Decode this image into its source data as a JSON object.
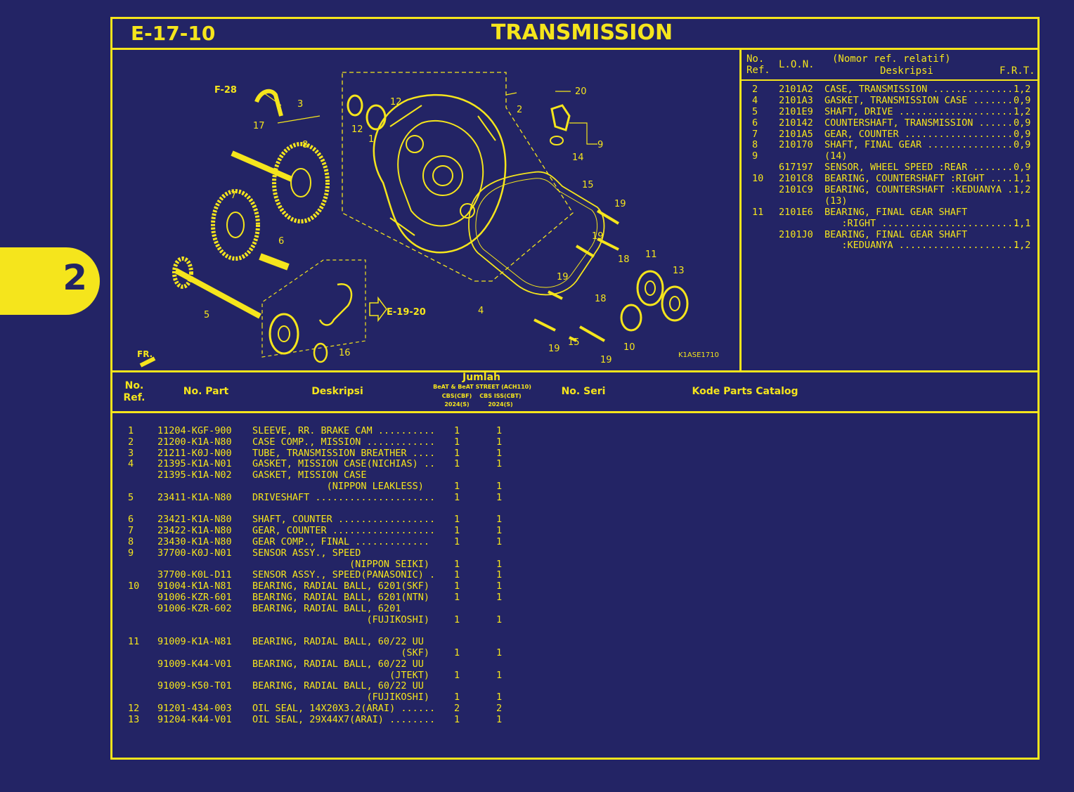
{
  "side_tab": "2",
  "header": {
    "code": "E-17-10",
    "title": "TRANSMISSION"
  },
  "diagram": {
    "ref_code": "K1ASE1710",
    "callouts": [
      "F-28",
      "3",
      "17",
      "8",
      "7",
      "6",
      "5",
      "12",
      "12",
      "1",
      "2",
      "20",
      "9",
      "14",
      "15",
      "19",
      "19",
      "18",
      "11",
      "13",
      "19",
      "18",
      "4",
      "E-19-20",
      "16",
      "19",
      "15",
      "19",
      "10",
      "FR."
    ]
  },
  "ref_table": {
    "headers": {
      "no_ref": "No.\nRef.",
      "lon": "L.O.N.",
      "desc_top": "(Nomor ref. relatif)",
      "desc": "Deskripsi",
      "frt": "F.R.T."
    },
    "rows": [
      {
        "ref": "2",
        "lon": "2101A2",
        "desc": "CASE, TRANSMISSION ..............",
        "frt": "1,2"
      },
      {
        "ref": "4",
        "lon": "2101A3",
        "desc": "GASKET, TRANSMISSION CASE .......",
        "frt": "0,9"
      },
      {
        "ref": "5",
        "lon": "2101E9",
        "desc": "SHAFT, DRIVE ....................",
        "frt": "1,2"
      },
      {
        "ref": "6",
        "lon": "210142",
        "desc": "COUNTERSHAFT, TRANSMISSION ......",
        "frt": "0,9"
      },
      {
        "ref": "7",
        "lon": "2101A5",
        "desc": "GEAR, COUNTER ...................",
        "frt": "0,9"
      },
      {
        "ref": "8",
        "lon": "210170",
        "desc": "SHAFT, FINAL GEAR ...............",
        "frt": "0,9"
      },
      {
        "ref": "9",
        "lon": "",
        "desc": "(14)",
        "frt": ""
      },
      {
        "ref": "",
        "lon": "617197",
        "desc": "SENSOR, WHEEL SPEED :REAR .......",
        "frt": "0,9"
      },
      {
        "ref": "10",
        "lon": "2101C8",
        "desc": "BEARING, COUNTERSHAFT :RIGHT ....",
        "frt": "1,1"
      },
      {
        "ref": "",
        "lon": "2101C9",
        "desc": "BEARING, COUNTERSHAFT :KEDUANYA .",
        "frt": "1,2"
      },
      {
        "ref": "",
        "lon": "",
        "desc": "(13)",
        "frt": ""
      },
      {
        "ref": "11",
        "lon": "2101E6",
        "desc": "BEARING, FINAL GEAR SHAFT",
        "frt": ""
      },
      {
        "ref": "",
        "lon": "",
        "desc": "   :RIGHT ........................",
        "frt": "1,1"
      },
      {
        "ref": "",
        "lon": "2101J0",
        "desc": "BEARING, FINAL GEAR SHAFT",
        "frt": ""
      },
      {
        "ref": "",
        "lon": "",
        "desc": "   :KEDUANYA .....................",
        "frt": "1,2"
      }
    ]
  },
  "parts_table": {
    "headers": {
      "no_ref": "No.\nRef.",
      "no_part": "No. Part",
      "deskripsi": "Deskripsi",
      "jumlah": "Jumlah",
      "model": "BeAT & BeAT STREET (ACH110)",
      "col1": "CBS(CBF)\n2024(S)",
      "col2": "CBS ISS(CBT)\n2024(S)",
      "no_seri": "No. Seri",
      "kode": "Kode Parts Catalog"
    },
    "rows": [
      {
        "ref": "1",
        "part": "11204-KGF-900",
        "desc": "SLEEVE, RR. BRAKE CAM ..........",
        "q1": "1",
        "q2": "1"
      },
      {
        "ref": "2",
        "part": "21200-K1A-N80",
        "desc": "CASE COMP., MISSION ............",
        "q1": "1",
        "q2": "1"
      },
      {
        "ref": "3",
        "part": "21211-K0J-N00",
        "desc": "TUBE, TRANSMISSION BREATHER ....",
        "q1": "1",
        "q2": "1"
      },
      {
        "ref": "4",
        "part": "21395-K1A-N01",
        "desc": "GASKET, MISSION CASE(NICHIAS) ..",
        "q1": "1",
        "q2": "1"
      },
      {
        "ref": "",
        "part": "21395-K1A-N02",
        "desc": "GASKET, MISSION CASE",
        "q1": "",
        "q2": ""
      },
      {
        "ref": "",
        "part": "",
        "desc": "             (NIPPON LEAKLESS)",
        "q1": "1",
        "q2": "1"
      },
      {
        "ref": "5",
        "part": "23411-K1A-N80",
        "desc": "DRIVESHAFT .....................",
        "q1": "1",
        "q2": "1"
      },
      {
        "ref": "",
        "part": "",
        "desc": "",
        "q1": "",
        "q2": ""
      },
      {
        "ref": "6",
        "part": "23421-K1A-N80",
        "desc": "SHAFT, COUNTER .................",
        "q1": "1",
        "q2": "1"
      },
      {
        "ref": "7",
        "part": "23422-K1A-N80",
        "desc": "GEAR, COUNTER ..................",
        "q1": "1",
        "q2": "1"
      },
      {
        "ref": "8",
        "part": "23430-K1A-N80",
        "desc": "GEAR COMP., FINAL .............",
        "q1": "1",
        "q2": "1"
      },
      {
        "ref": "9",
        "part": "37700-K0J-N01",
        "desc": "SENSOR ASSY., SPEED",
        "q1": "",
        "q2": ""
      },
      {
        "ref": "",
        "part": "",
        "desc": "                 (NIPPON SEIKI)",
        "q1": "1",
        "q2": "1"
      },
      {
        "ref": "",
        "part": "37700-K0L-D11",
        "desc": "SENSOR ASSY., SPEED(PANASONIC) .",
        "q1": "1",
        "q2": "1"
      },
      {
        "ref": "10",
        "part": "91004-K1A-N81",
        "desc": "BEARING, RADIAL BALL, 6201(SKF)",
        "q1": "1",
        "q2": "1"
      },
      {
        "ref": "",
        "part": "91006-KZR-601",
        "desc": "BEARING, RADIAL BALL, 6201(NTN)",
        "q1": "1",
        "q2": "1"
      },
      {
        "ref": "",
        "part": "91006-KZR-602",
        "desc": "BEARING, RADIAL BALL, 6201",
        "q1": "",
        "q2": ""
      },
      {
        "ref": "",
        "part": "",
        "desc": "                    (FUJIKOSHI)",
        "q1": "1",
        "q2": "1"
      },
      {
        "ref": "",
        "part": "",
        "desc": "",
        "q1": "",
        "q2": ""
      },
      {
        "ref": "11",
        "part": "91009-K1A-N81",
        "desc": "BEARING, RADIAL BALL, 60/22 UU",
        "q1": "",
        "q2": ""
      },
      {
        "ref": "",
        "part": "",
        "desc": "                          (SKF)",
        "q1": "1",
        "q2": "1"
      },
      {
        "ref": "",
        "part": "91009-K44-V01",
        "desc": "BEARING, RADIAL BALL, 60/22 UU",
        "q1": "",
        "q2": ""
      },
      {
        "ref": "",
        "part": "",
        "desc": "                        (JTEKT)",
        "q1": "1",
        "q2": "1"
      },
      {
        "ref": "",
        "part": "91009-K50-T01",
        "desc": "BEARING, RADIAL BALL, 60/22 UU",
        "q1": "",
        "q2": ""
      },
      {
        "ref": "",
        "part": "",
        "desc": "                    (FUJIKOSHI)",
        "q1": "1",
        "q2": "1"
      },
      {
        "ref": "12",
        "part": "91201-434-003",
        "desc": "OIL SEAL, 14X20X3.2(ARAI) ......",
        "q1": "2",
        "q2": "2"
      },
      {
        "ref": "13",
        "part": "91204-K44-V01",
        "desc": "OIL SEAL, 29X44X7(ARAI) ........",
        "q1": "1",
        "q2": "1"
      }
    ]
  },
  "colors": {
    "background": "#232465",
    "accent": "#f5e51c"
  }
}
